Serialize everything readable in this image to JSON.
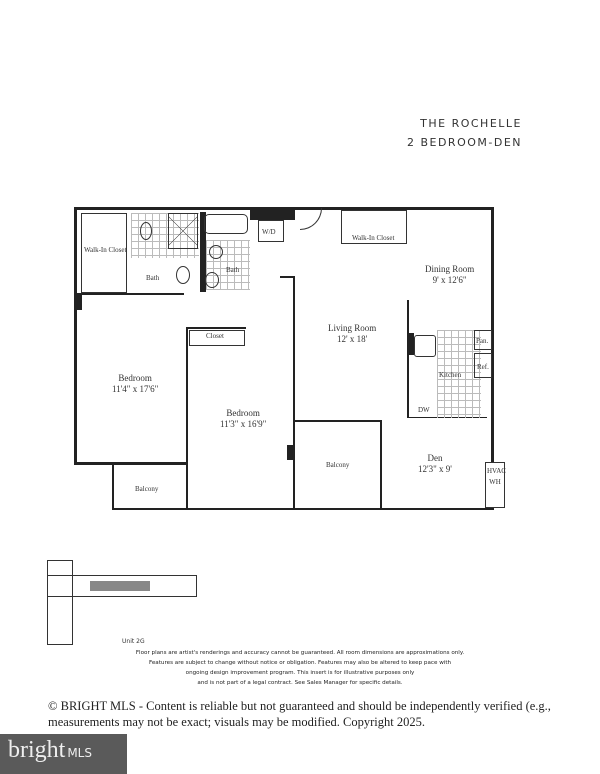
{
  "header": {
    "title": "THE ROCHELLE",
    "subtitle": "2 BEDROOM-DEN"
  },
  "floorplan": {
    "rooms": [
      {
        "name": "Walk-In Closet"
      },
      {
        "name": "Bath"
      },
      {
        "name": "Bath"
      },
      {
        "name": "W/D"
      },
      {
        "name": "Walk-In Closet"
      },
      {
        "name": "Dining Room",
        "dims": "9' x 12'6\""
      },
      {
        "name": "Living Room",
        "dims": "12' x 18'"
      },
      {
        "name": "Closet"
      },
      {
        "name": "Bedroom",
        "dims": "11'4\" x 17'6\""
      },
      {
        "name": "Bedroom",
        "dims": "11'3\" x 16'9\""
      },
      {
        "name": "Pan."
      },
      {
        "name": "Ref."
      },
      {
        "name": "Kitchen"
      },
      {
        "name": "DW"
      },
      {
        "name": "Den",
        "dims": "12'3\" x 9'"
      },
      {
        "name": "HVAC WH"
      },
      {
        "name": "Balcony"
      },
      {
        "name": "Balcony"
      }
    ]
  },
  "keyplan": {
    "unit": "Unit 2G"
  },
  "disclaimer": [
    "Floor plans are artist's renderings and accuracy cannot be guaranteed. All room dimensions are approximations only.",
    "Features are subject to change without notice or obligation. Features may also be altered to keep pace with",
    "ongoing design improvement program. This insert is for illustrative purposes only",
    "and is not part of a legal contract. See Sales Manager for specific details."
  ],
  "copyright": [
    "© BRIGHT MLS -  Content is reliable but not guaranteed and should be independently verified (e.g.,",
    "measurements may not be exact; visuals may be modified. Copyright 2025."
  ],
  "logo": {
    "brand": "bright",
    "suffix": "MLS"
  }
}
